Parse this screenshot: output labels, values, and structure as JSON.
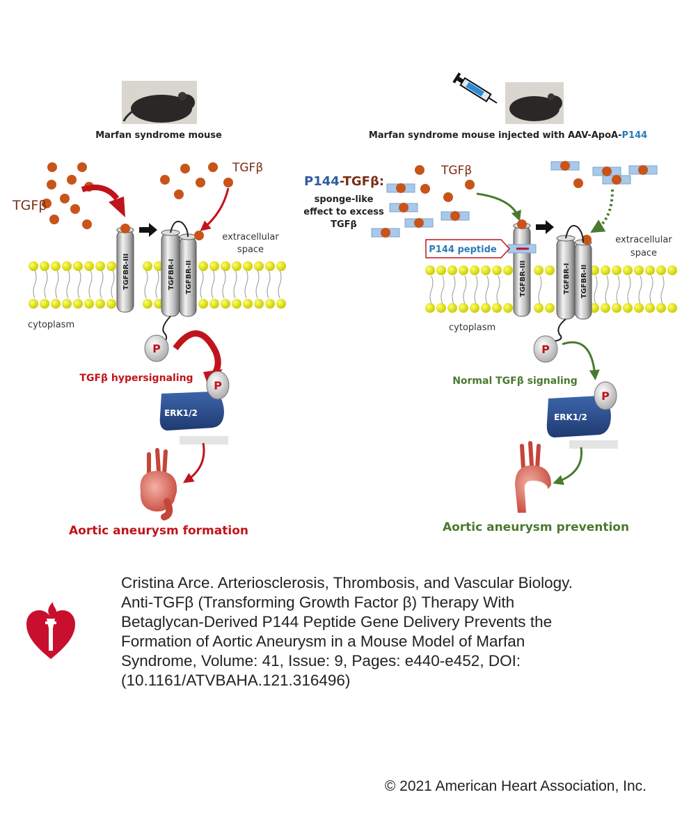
{
  "colors": {
    "red": "#c0141c",
    "green": "#4a7a2e",
    "blue": "#2e5c9e",
    "peptide_blue": "#2b7bb9",
    "tgf_orange": "#c8541a",
    "membrane_yellow": "#e6e600",
    "erk_blue": "#2a4d8f",
    "aha_red": "#c8102e"
  },
  "left_panel": {
    "mouse_label": "Marfan syndrome mouse",
    "tgfb_label_a": "TGFβ",
    "tgfb_label_b": "TGFβ",
    "extracellular_label": "extracellular",
    "space_label": "space",
    "cytoplasm_label": "cytoplasm",
    "receptor_labels": [
      "TGFBR-III",
      "TGFBR-I",
      "TGFBR-II"
    ],
    "phospho_label": "P",
    "phospho_label_2": "P",
    "signaling_label": "TGFβ hypersignaling",
    "erk_label": "ERK1/2",
    "outcome_label": "Aortic aneurysm formation"
  },
  "right_panel": {
    "mouse_label_prefix": "Marfan syndrome mouse injected with AAV-ApoA-",
    "mouse_label_highlight": "P144",
    "complex_label_prefix": "P144",
    "complex_label_suffix": "-TGFβ:",
    "sponge_lines": [
      "sponge-like",
      "effect to excess",
      "TGFβ"
    ],
    "tgfb_label": "TGFβ",
    "peptide_label": "P144 peptide",
    "extracellular_label": "extracellular",
    "space_label": "space",
    "cytoplasm_label": "cytoplasm",
    "receptor_labels": [
      "TGFBR-III",
      "TGFBR-I",
      "TGFBR-II"
    ],
    "phospho_label": "P",
    "phospho_label_2": "P",
    "signaling_label": "Normal TGFβ signaling",
    "erk_label": "ERK1/2",
    "outcome_label": "Aortic aneurysm prevention"
  },
  "caption_lines": [
    "Cristina Arce. Arteriosclerosis, Thrombosis, and Vascular Biology.",
    "Anti-TGFβ (Transforming Growth Factor β) Therapy With",
    "Betaglycan-Derived P144 Peptide Gene Delivery Prevents the",
    "Formation of Aortic Aneurysm in a Mouse Model of Marfan",
    "Syndrome, Volume: 41, Issue: 9, Pages: e440-e452, DOI:",
    "(10.1161/ATVBAHA.121.316496)"
  ],
  "copyright": "© 2021 American Heart Association, Inc."
}
